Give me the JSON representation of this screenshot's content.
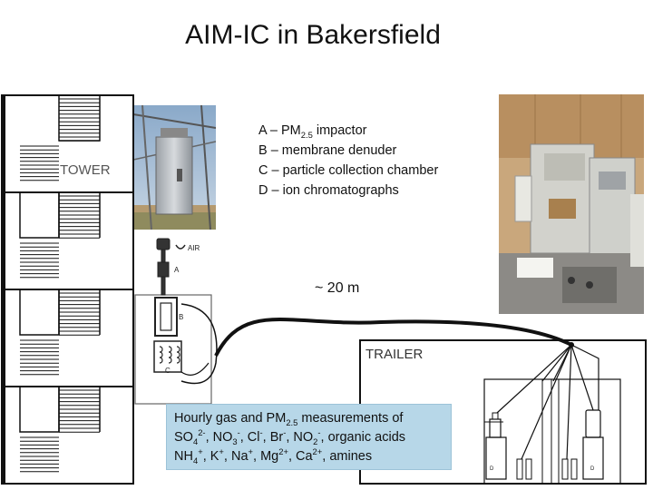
{
  "title": "AIM-IC in Bakersfield",
  "legend": [
    {
      "letter": "A",
      "sep": " – ",
      "text": "PM",
      "sub": "2.5",
      "rest": " impactor"
    },
    {
      "letter": "B",
      "sep": " – ",
      "text": "membrane denuder"
    },
    {
      "letter": "C",
      "sep": " – ",
      "text": "particle collection chamber"
    },
    {
      "letter": "D",
      "sep": " – ",
      "text": "ion chromatographs"
    }
  ],
  "labels": {
    "tower": "TOWER",
    "trailer": "TRAILER",
    "distance": "~ 20 m",
    "air": "AIR",
    "a": "A",
    "b": "B",
    "c": "C",
    "d_left": "D",
    "d_right": "D"
  },
  "measurements": {
    "line1_pre": "Hourly gas and PM",
    "line1_sub": "2.5",
    "line1_post": " measurements of",
    "so4": "SO",
    "so4_sub": "4",
    "so4_sup": "2-",
    "no3": ", NO",
    "no3_sub": "3",
    "no3_sup": "-",
    "cl": ", Cl",
    "cl_sup": "-",
    "br": ", Br",
    "br_sup": "-",
    "no2": ", NO",
    "no2_sub": "2",
    "no2_sup": "-",
    "line2_post": ", organic acids",
    "nh4": "NH",
    "nh4_sub": "4",
    "nh4_sup": "+",
    "k": ", K",
    "k_sup": "+",
    "na": ", Na",
    "na_sup": "+",
    "mg": ", Mg",
    "mg_sup": "2+",
    "ca": ", Ca",
    "ca_sup": "2+",
    "line3_post": ", amines"
  },
  "colors": {
    "box_fill": "#b7d7e8",
    "line": "#111111"
  }
}
